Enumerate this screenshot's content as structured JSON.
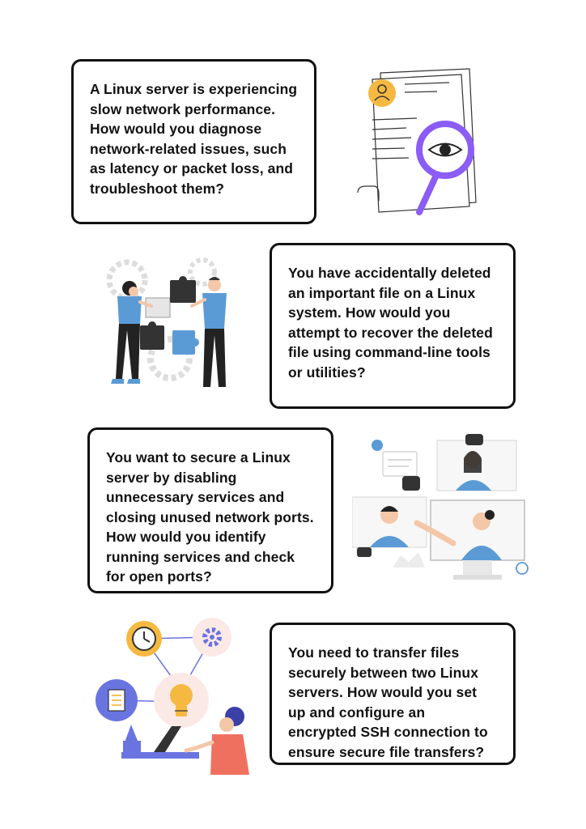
{
  "questions": [
    {
      "text": "A Linux server is experiencing slow network performance. How would you diagnose network-related issues, such as latency or packet loss, and troubleshoot them?"
    },
    {
      "text": "You have accidentally deleted an important file on a Linux system. How would you attempt to recover the deleted file using command-line tools or utilities?"
    },
    {
      "text": "You want to secure a Linux server by disabling unnecessary services and closing unused network ports. How would you identify running services and check for open ports?"
    },
    {
      "text": "You need to transfer files securely between two Linux servers. How would you set up and configure an encrypted SSH connection to ensure secure file transfers?"
    }
  ],
  "illustrations": [
    {
      "icon": "document-magnifier-eye-icon"
    },
    {
      "icon": "people-puzzle-gears-icon"
    },
    {
      "icon": "video-call-meeting-icon"
    },
    {
      "icon": "ideas-network-laptop-icon"
    }
  ],
  "colors": {
    "border": "#111111",
    "text": "#121212",
    "purple": "#8b5cf6",
    "blue": "#5b9bd5",
    "yellow": "#f5b942",
    "coral": "#f07060",
    "indigo": "#6a74e0"
  }
}
